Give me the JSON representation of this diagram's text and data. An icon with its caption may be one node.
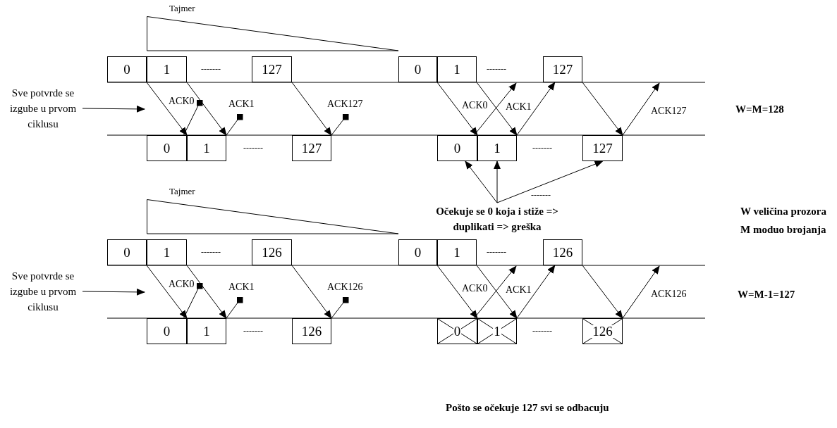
{
  "diagram": {
    "nodes": [
      {
        "text": [
          "Tajmer"
        ]
      },
      {
        "text": [
          "0"
        ]
      },
      {
        "text": [
          "1"
        ]
      },
      {
        "text": [
          "127"
        ]
      },
      {
        "text": [
          "0"
        ]
      },
      {
        "text": [
          "1"
        ]
      },
      {
        "text": [
          "127"
        ]
      },
      {
        "text": [
          "Sve potvrde se izgube u prvom ciklusu"
        ]
      },
      {
        "text": [
          "0"
        ]
      },
      {
        "text": [
          "1"
        ]
      },
      {
        "text": [
          "127"
        ]
      },
      {
        "text": [
          "0"
        ]
      },
      {
        "text": [
          "1"
        ]
      },
      {
        "text": [
          "127"
        ]
      },
      {
        "text": [
          "Očekuje se 0 koja i stiže => duplikati => greška"
        ]
      },
      {
        "text": [
          "Tajmer"
        ]
      },
      {
        "text": [
          "0"
        ]
      },
      {
        "text": [
          "1"
        ]
      },
      {
        "text": [
          "126"
        ]
      },
      {
        "text": [
          "0"
        ]
      },
      {
        "text": [
          "1"
        ]
      },
      {
        "text": [
          "126"
        ]
      },
      {
        "text": [
          "Sve potvrde se izgube u prvom ciklusu"
        ]
      },
      {
        "text": [
          "0"
        ]
      },
      {
        "text": [
          "1"
        ]
      },
      {
        "text": [
          "126"
        ]
      },
      {
        "text": [
          "0"
        ]
      },
      {
        "text": [
          "1"
        ]
      },
      {
        "text": [
          "126"
        ]
      }
    ],
    "edges": [
      {
        "from": 1,
        "to": 8,
        "arrow": "to"
      },
      {
        "from": 2,
        "to": 9,
        "arrow": "to"
      },
      {
        "from": 3,
        "to": 10,
        "arrow": "to"
      },
      {
        "from": 4,
        "to": 11,
        "arrow": "to"
      },
      {
        "from": 5,
        "to": 12,
        "arrow": "to"
      },
      {
        "from": 6,
        "to": 13,
        "arrow": "to"
      },
      {
        "from": 8,
        "to": null,
        "arrow": "other",
        "label": "ACK0"
      },
      {
        "from": 9,
        "to": null,
        "arrow": "other",
        "label": "ACK1"
      },
      {
        "from": 10,
        "to": null,
        "arrow": "other",
        "label": "ACK127"
      },
      {
        "from": 11,
        "to": null,
        "arrow": "to",
        "label": "ACK0"
      },
      {
        "from": 12,
        "to": 6,
        "arrow": "to",
        "label": "ACK1"
      },
      {
        "from": 13,
        "to": null,
        "arrow": "to",
        "label": "ACK127"
      },
      {
        "from": 7,
        "to": null,
        "arrow": "to"
      },
      {
        "from": 14,
        "to": 11,
        "arrow": "to"
      },
      {
        "from": 14,
        "to": 12,
        "arrow": "to"
      },
      {
        "from": 14,
        "to": 13,
        "arrow": "to"
      },
      {
        "from": 16,
        "to": 23,
        "arrow": "to"
      },
      {
        "from": 17,
        "to": 24,
        "arrow": "to"
      },
      {
        "from": 18,
        "to": 25,
        "arrow": "to"
      },
      {
        "from": 19,
        "to": 26,
        "arrow": "to"
      },
      {
        "from": 20,
        "to": 27,
        "arrow": "to"
      },
      {
        "from": 21,
        "to": 28,
        "arrow": "to"
      },
      {
        "from": 23,
        "to": null,
        "arrow": "other",
        "label": "ACK0"
      },
      {
        "from": 24,
        "to": null,
        "arrow": "other",
        "label": "ACK1"
      },
      {
        "from": 25,
        "to": null,
        "arrow": "other",
        "label": "ACK126"
      },
      {
        "from": 26,
        "to": null,
        "arrow": "to",
        "label": "ACK0"
      },
      {
        "from": 27,
        "to": 21,
        "arrow": "to",
        "label": "ACK1"
      },
      {
        "from": 28,
        "to": null,
        "arrow": "to",
        "label": "ACK126"
      },
      {
        "from": 22,
        "to": null,
        "arrow": "to"
      }
    ],
    "labels": [
      "-------",
      "-------",
      "W=M=128",
      "-------",
      "-------",
      "-------",
      "W veličina prozora",
      "M moduo brojanja",
      "-------",
      "-------",
      "W=M-1=127",
      "-------",
      "-------",
      "Pošto se očekuje 127 svi se odbacuju"
    ]
  }
}
